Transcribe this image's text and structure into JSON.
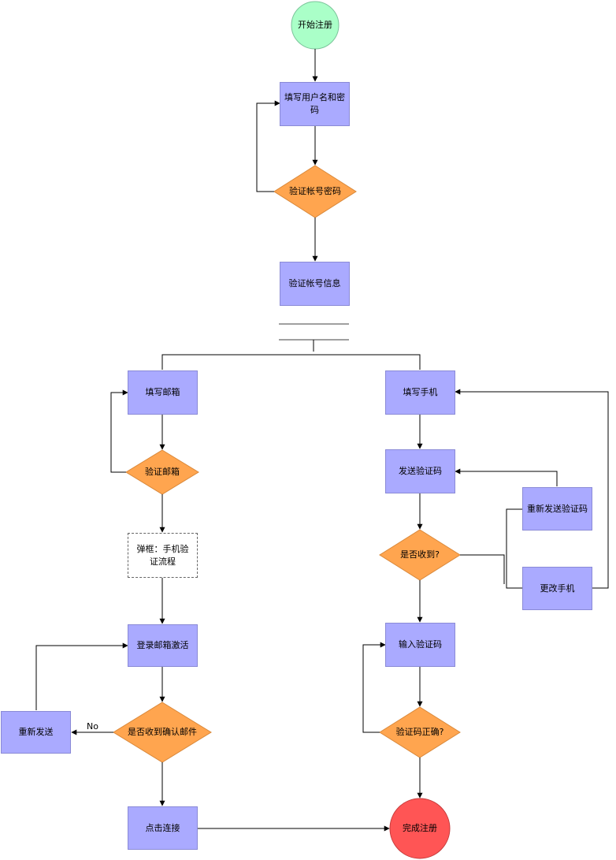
{
  "colors": {
    "process": "#aaaaff",
    "decision": "#ffa54f",
    "start": "#aaffc8",
    "end": "#ff5555",
    "line": "#000000"
  },
  "nodes": {
    "start": "开始注册",
    "fill_user_password": "填写用户名和密码",
    "verify_account_password": "验证帐号密码",
    "verify_account_info": "验证帐号信息",
    "fill_email": "填写邮箱",
    "verify_email": "验证邮箱",
    "popup_phone_verify": "弹框：手机验证流程",
    "login_email_activate": "登录邮箱激活",
    "received_confirm_email": "是否收到确认邮件",
    "resend": "重新发送",
    "click_link": "点击连接",
    "fill_phone": "填写手机",
    "send_code": "发送验证码",
    "received_code": "是否收到?",
    "resend_code": "重新发送验证码",
    "change_phone": "更改手机",
    "input_code": "输入验证码",
    "code_correct": "验证码正确?",
    "complete": "完成注册"
  },
  "edge_labels": {
    "no": "No"
  }
}
